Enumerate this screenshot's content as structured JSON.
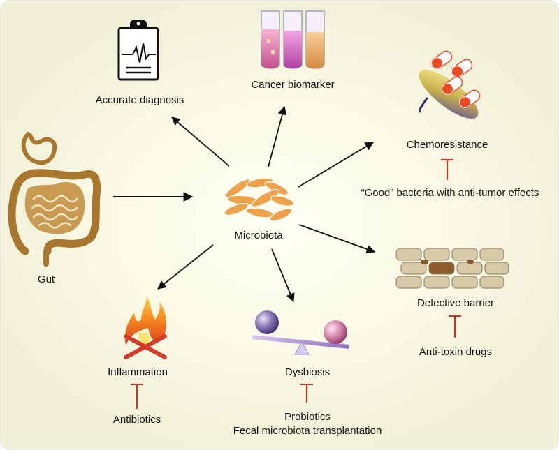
{
  "labels": {
    "gut": "Gut",
    "microbiota": "Microbiota",
    "accurate_diagnosis": "Accurate diagnosis",
    "cancer_biomarker": "Cancer biomarker",
    "chemoresistance": "Chemoresistance",
    "good_bacteria": "“Good” bacteria with anti-tumor effects",
    "defective_barrier": "Defective barrier",
    "anti_toxin_drugs": "Anti-toxin drugs",
    "dysbiosis": "Dysbiosis",
    "probiotics": "Probiotics",
    "fecal_transplantation": "Fecal microbiota transplantation",
    "inflammation": "Inflammation",
    "antibiotics": "Antibiotics"
  },
  "icons": {
    "gut": "intestine-icon",
    "microbiota": "bacteria-icon",
    "diagnosis": "clipboard-ecg-icon",
    "biomarker": "test-tubes-icon",
    "chemoresistance": "pills-bacterium-icon",
    "barrier": "brick-wall-icon",
    "dysbiosis": "seesaw-icon",
    "inflammation": "fire-icon"
  },
  "colors": {
    "arrow": "#111111",
    "inhibition": "#c0392b",
    "bacteria": "#f0a24a",
    "gut": "#a8762c"
  }
}
